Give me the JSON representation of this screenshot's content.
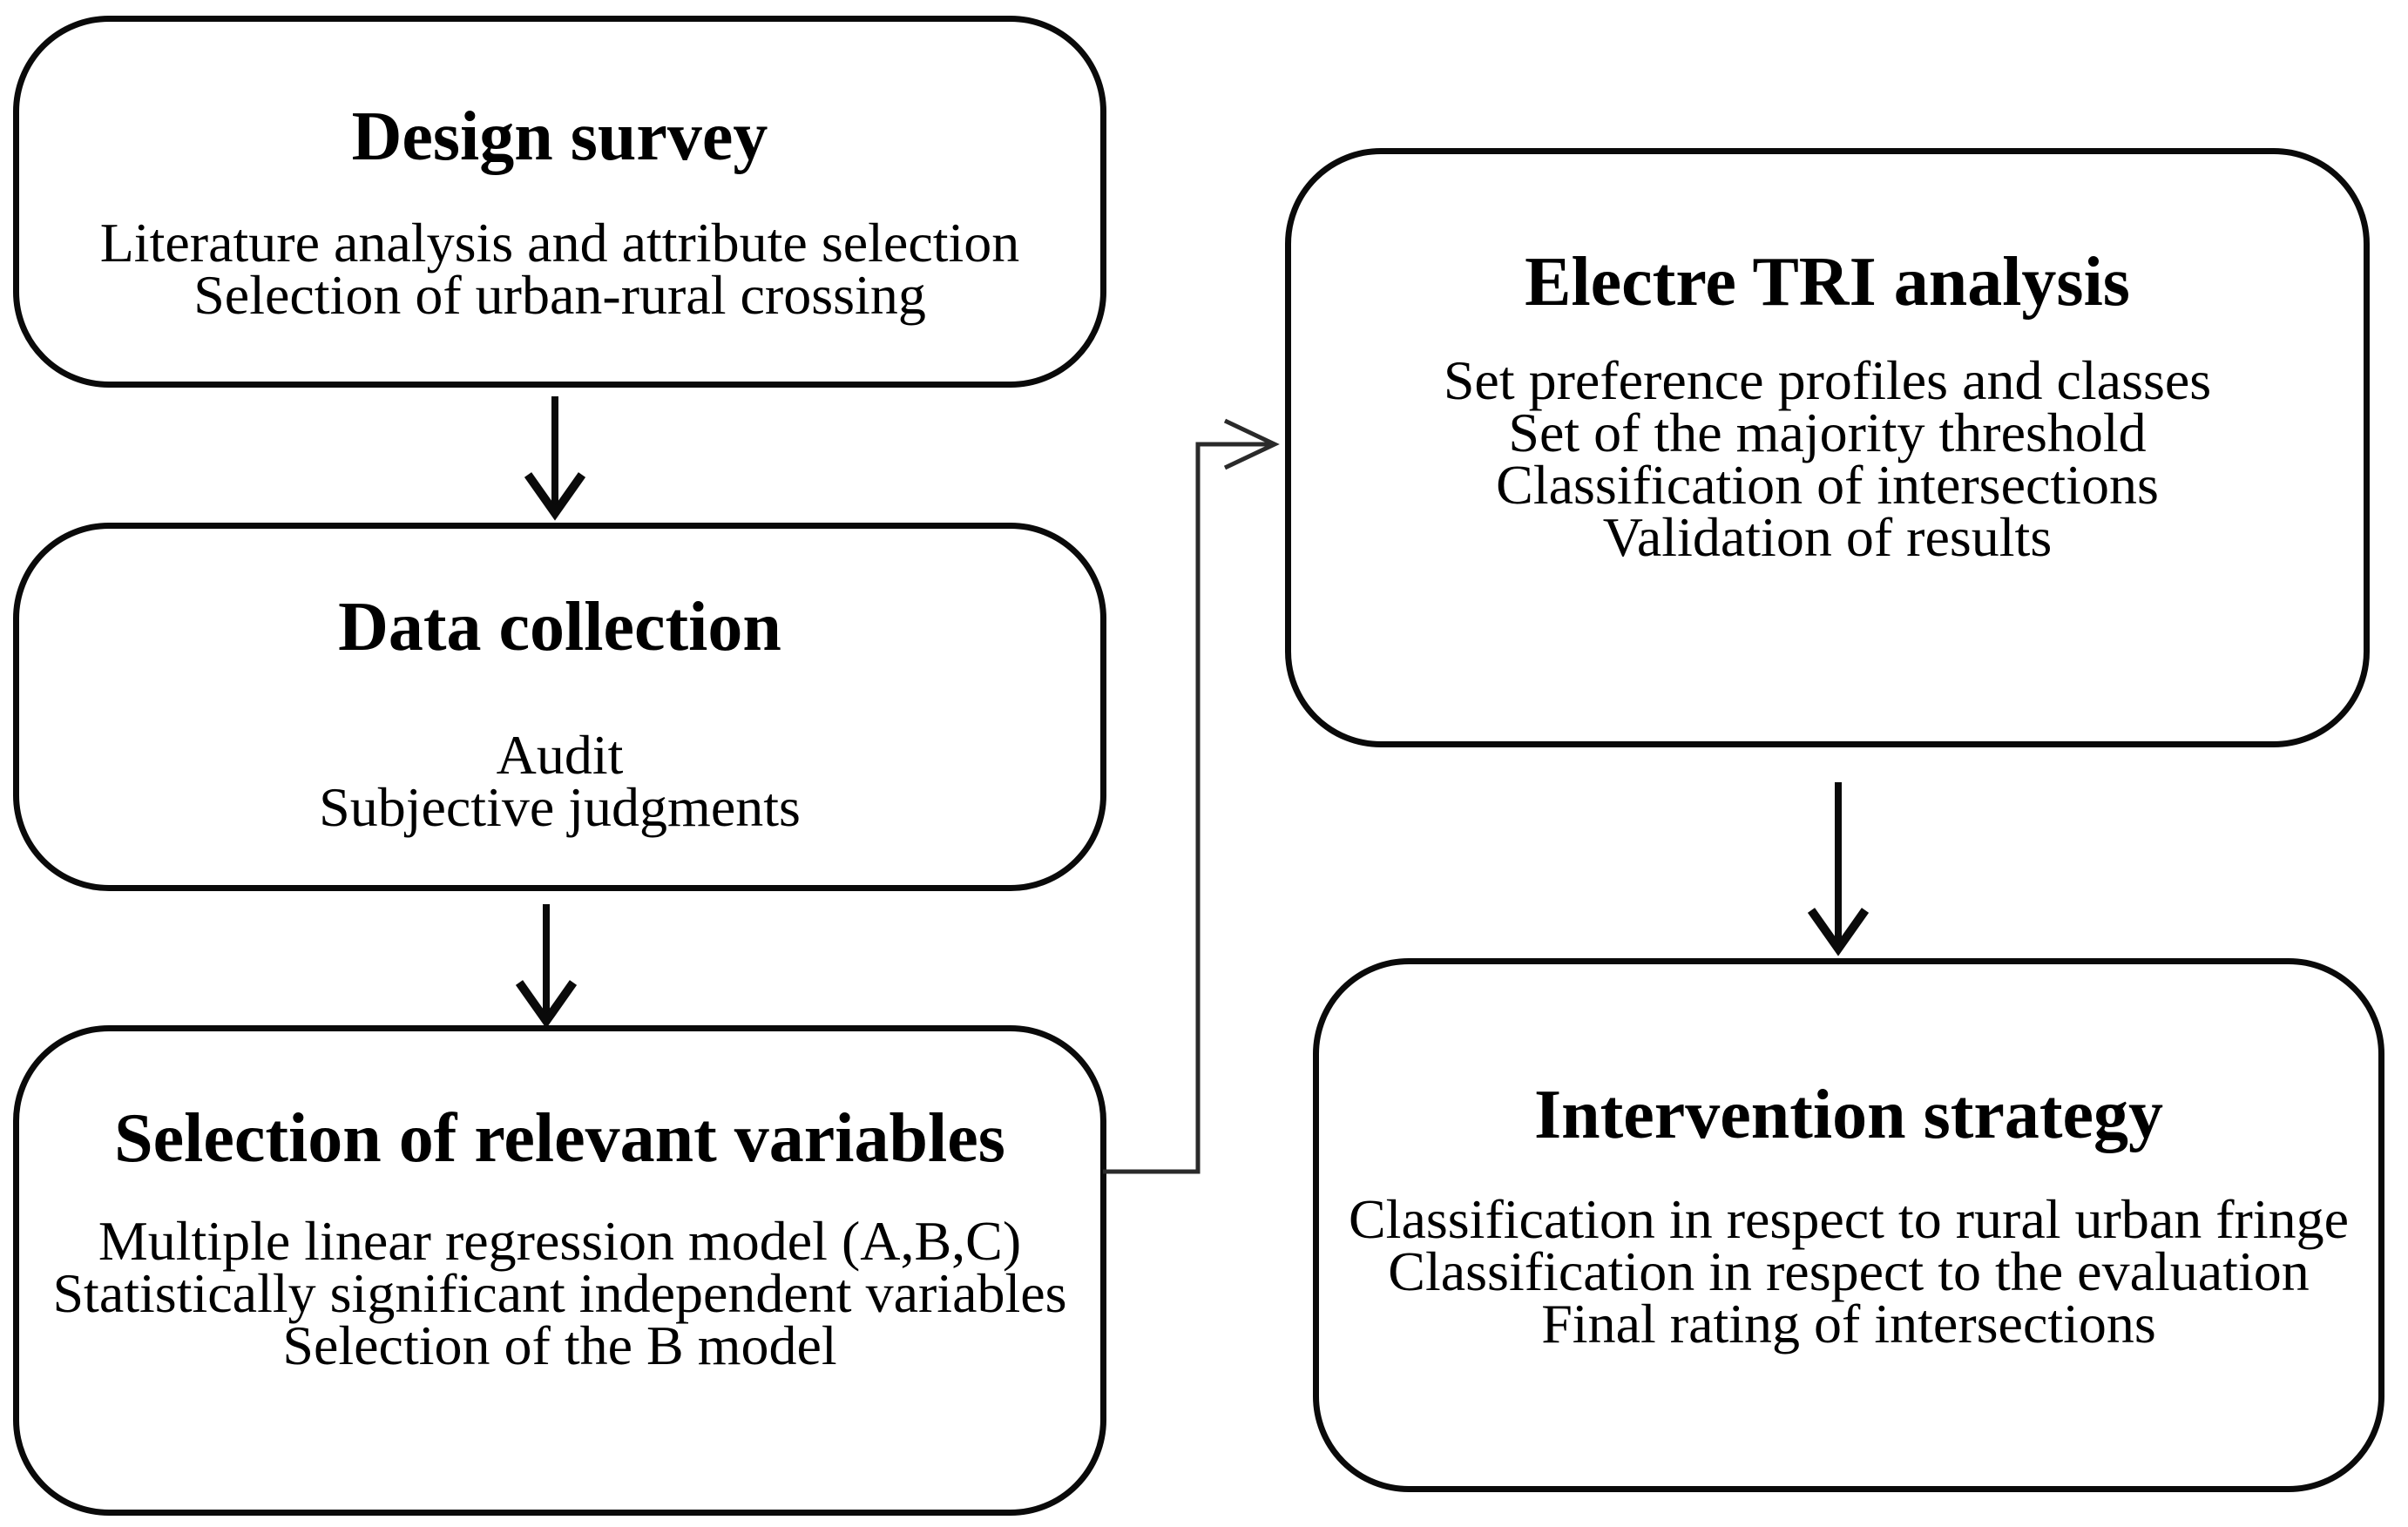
{
  "diagram": {
    "background_color": "#ffffff",
    "stroke_color": "#000000",
    "boxes": [
      {
        "id": "design-survey",
        "title": "Design survey",
        "lines": [
          "Literature analysis and attribute selection",
          "Selection of urban-rural crossing"
        ]
      },
      {
        "id": "data-collection",
        "title": "Data collection",
        "lines": [
          "Audit",
          "Subjective judgments"
        ]
      },
      {
        "id": "selection-of-relevant-variables",
        "title": "Selection of relevant variables",
        "lines": [
          "Multiple linear regression model (A,B,C)",
          "Statistically significant independent variables",
          "Selection of the B model"
        ]
      },
      {
        "id": "electre-tri-analysis",
        "title": "Electre TRI analysis",
        "lines": [
          "Set preference profiles and classes",
          "Set of the majority threshold",
          "Classification of intersections",
          "Validation of results"
        ]
      },
      {
        "id": "intervention-strategy",
        "title": "Intervention strategy",
        "lines": [
          "Classification in respect to rural urban fringe",
          "Classification in respect to the evaluation",
          "Final rating of intersections"
        ]
      }
    ],
    "connections": [
      {
        "from": "Design survey",
        "to": "Data collection",
        "style": "straight-down"
      },
      {
        "from": "Data collection",
        "to": "Selection of relevant variables",
        "style": "straight-down"
      },
      {
        "from": "Selection of relevant variables",
        "to": "Electre TRI analysis",
        "style": "elbow-right-up"
      },
      {
        "from": "Electre TRI analysis",
        "to": "Intervention strategy",
        "style": "straight-down"
      }
    ]
  }
}
